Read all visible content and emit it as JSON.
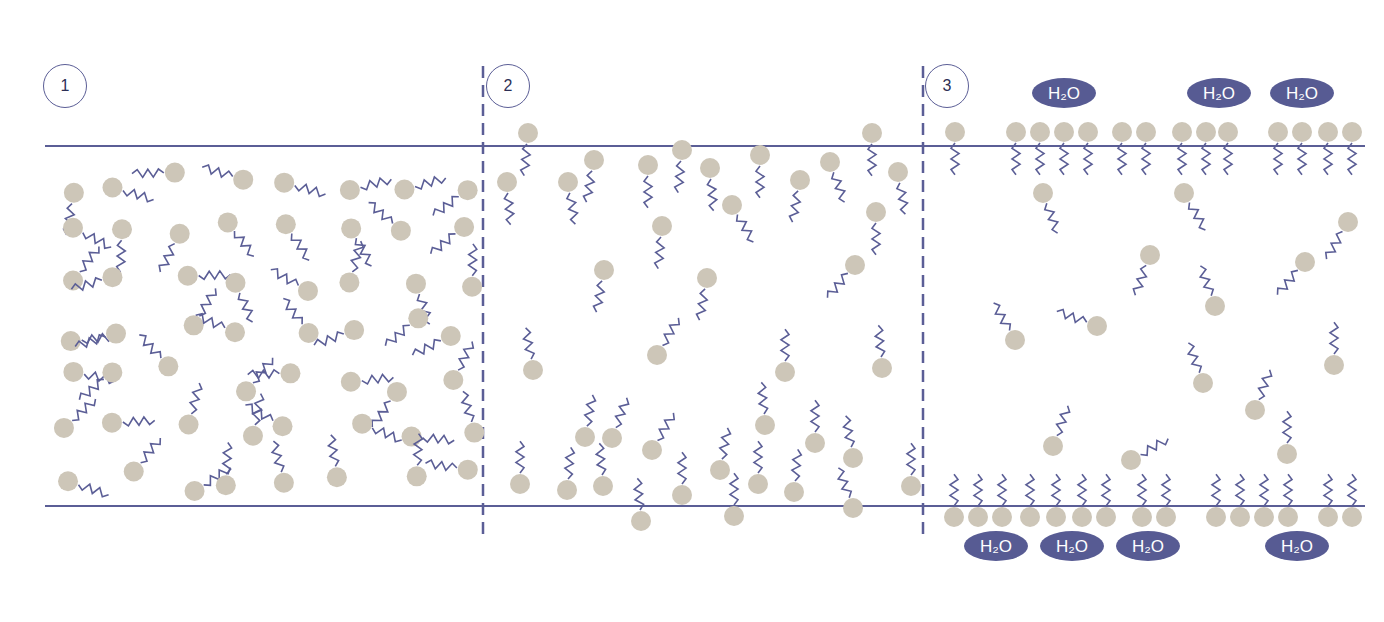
{
  "diagram": {
    "nodes": [
      {
        "text": [
          "1"
        ]
      },
      {
        "text": [
          "2"
        ]
      },
      {
        "text": [
          "3"
        ]
      },
      {
        "text": [
          "H₂O"
        ]
      },
      {
        "text": [
          "H₂O"
        ]
      },
      {
        "text": [
          "H₂O"
        ]
      },
      {
        "text": [
          "H₂O"
        ]
      },
      {
        "text": [
          "H₂O"
        ]
      },
      {
        "text": [
          "H₂O"
        ]
      },
      {
        "text": [
          "H₂O"
        ]
      }
    ]
  }
}
